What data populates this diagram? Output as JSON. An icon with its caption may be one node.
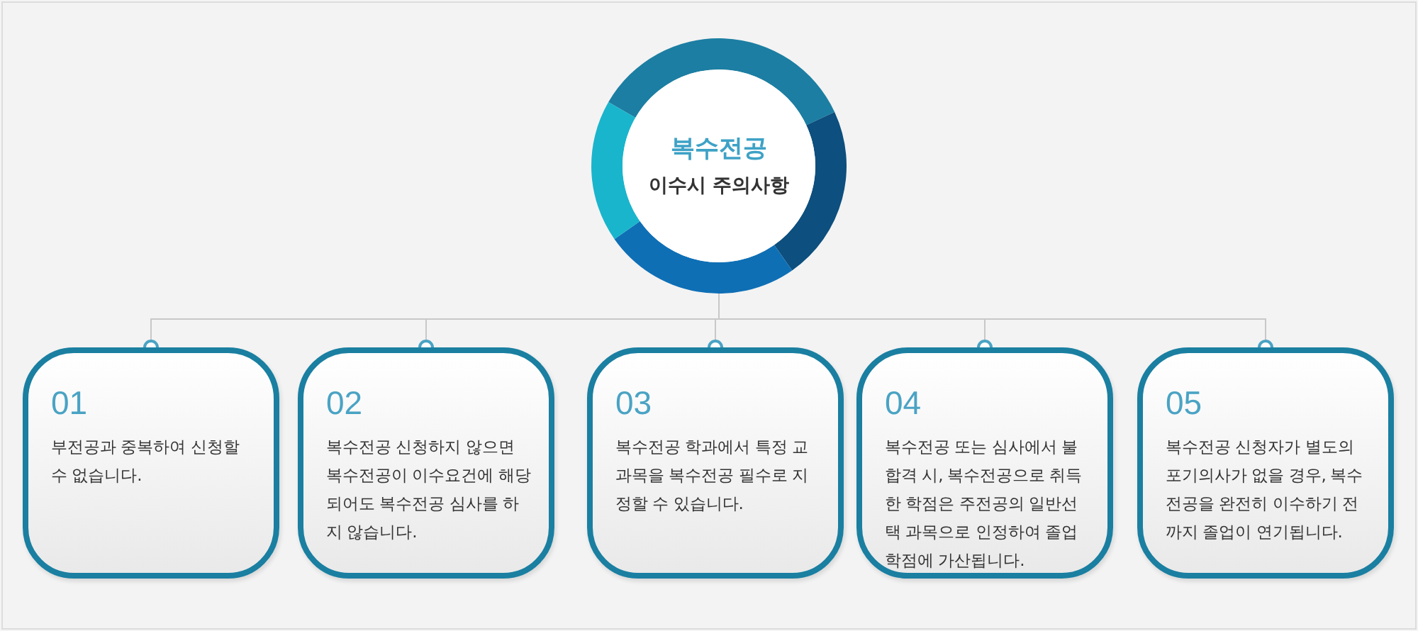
{
  "diagram": {
    "nodes": [
      {
        "text": [
          "복수전공",
          "이수시 주의사항"
        ]
      },
      {
        "text": [
          "01",
          "부전공과 중복하여 신청할 수 없습니다."
        ]
      },
      {
        "text": [
          "02",
          "복수전공 신청하지 않으면 복수전공이 이수요건에 해당 되어도 복수전공 심사를 하지 않습니다."
        ]
      },
      {
        "text": [
          "03",
          "복수전공 학과에서 특정 교과목을 복수전공 필수로 지정할 수 있습니다."
        ]
      },
      {
        "text": [
          "04",
          "복수전공 또는 심사에서 불합격 시, 복수전공으로 취득한 학점은 주전공의 일반선택 과목으로 인정하여 졸업학점에 가산됩니다."
        ]
      },
      {
        "text": [
          "05",
          "복수전공 신청자가 별도의 포기의사가 없을 경우, 복수 전공을 완전히 이수하기 전까지 졸업이 연기됩니다."
        ]
      }
    ],
    "edges": [
      {
        "from": 0,
        "to": 1,
        "arrow": "other"
      },
      {
        "from": 0,
        "to": 2,
        "arrow": "other"
      },
      {
        "from": 0,
        "to": 3,
        "arrow": "other"
      },
      {
        "from": 0,
        "to": 4,
        "arrow": "other"
      },
      {
        "from": 0,
        "to": 5,
        "arrow": "other"
      }
    ]
  }
}
